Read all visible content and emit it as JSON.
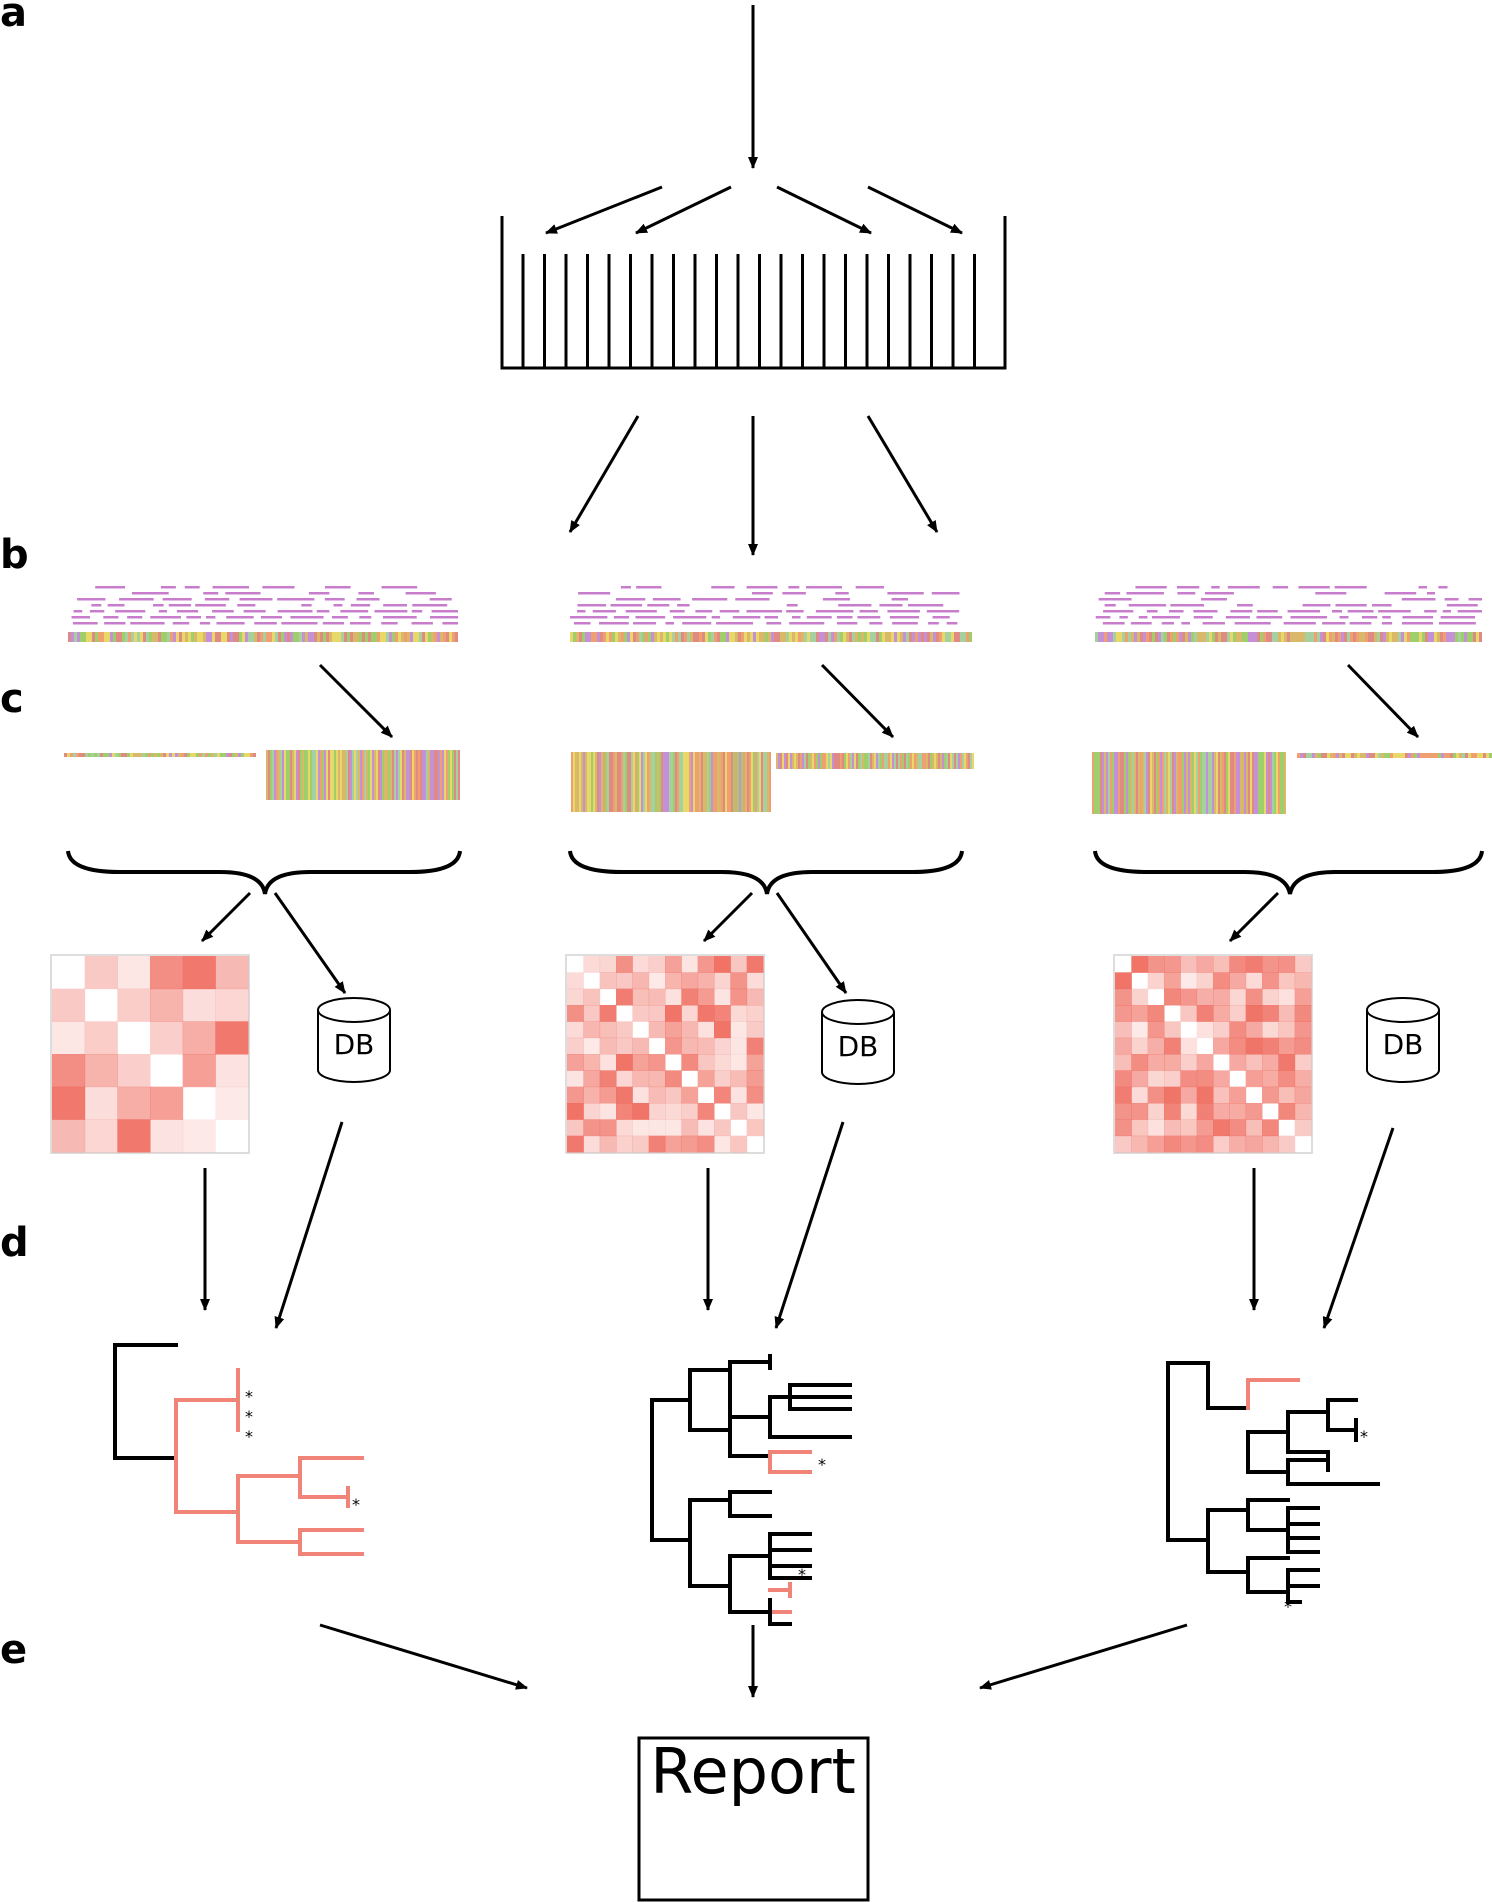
{
  "panel_labels": {
    "a": "a",
    "b": "b",
    "c": "c",
    "d": "d",
    "e": "e"
  },
  "db_label": "DB",
  "report_label": "Report",
  "star_symbol": "*",
  "colors": {
    "line": "#000000",
    "highlight": "#f08478",
    "read": "#c77dcc",
    "heat_base": "#ef6b5e"
  }
}
